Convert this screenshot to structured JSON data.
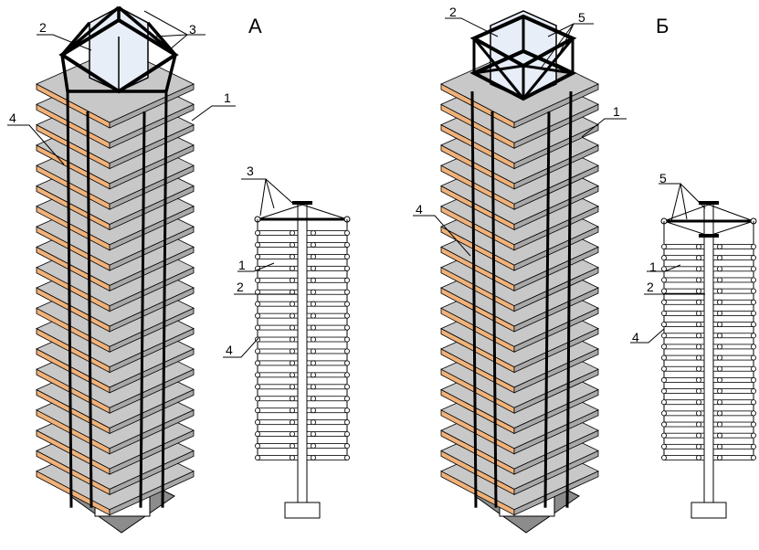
{
  "variants": [
    {
      "id": "A",
      "title": "А"
    },
    {
      "id": "B",
      "title": "Б"
    }
  ],
  "labels": {
    "slab": "1",
    "core": "2",
    "outrigger_a": "3",
    "hanger": "4",
    "outrigger_b": "5"
  },
  "colors": {
    "slab_top": "#c8c8c8",
    "slab_edge": "#f0b27a",
    "core_face": "#e8eef8",
    "foundation": "#8c8c8c",
    "line": "#000000"
  },
  "floors": 20
}
